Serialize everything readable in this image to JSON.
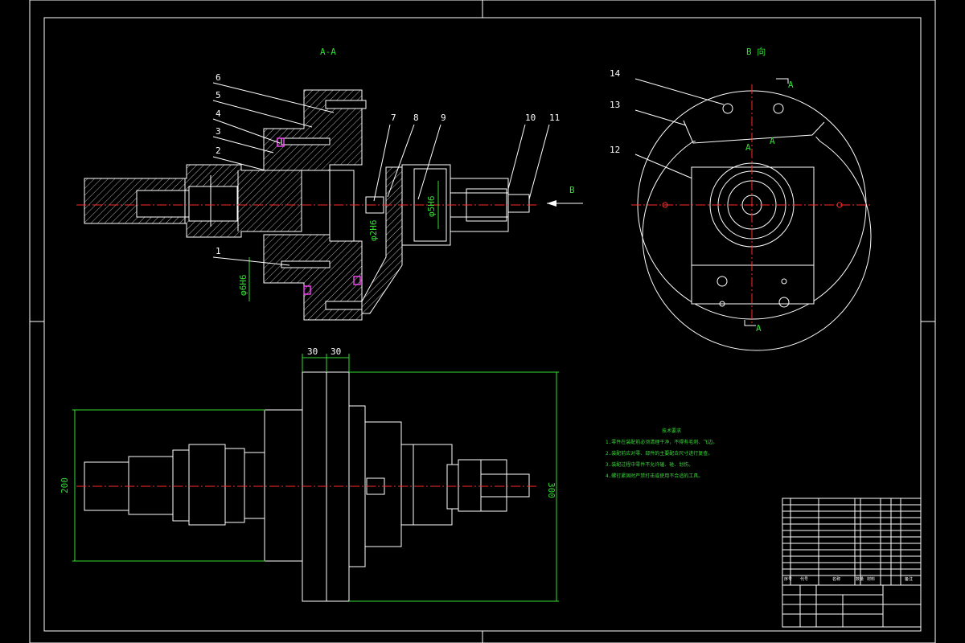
{
  "views": {
    "section_label": "A-A",
    "view_b_label": "B 向",
    "arrow_b_label": "B",
    "section_mark": "A"
  },
  "part_numbers": [
    "1",
    "2",
    "3",
    "4",
    "5",
    "6",
    "7",
    "8",
    "9",
    "10",
    "11",
    "12",
    "13",
    "14"
  ],
  "dimensions": {
    "d1": "φ2H6",
    "d2": "φ5H6",
    "d3": "φ6H6",
    "h_200": "200",
    "h_300": "300",
    "w_30a": "30",
    "w_30b": "30"
  },
  "notes": {
    "title": "技术要求",
    "lines": [
      "1.零件在装配前必须清理干净，不得有毛刺、飞边。",
      "2.装配前应对零、部件的主要配合尺寸进行复查。",
      "3.装配过程中零件不允许磕、碰、划伤。",
      "4.螺钉紧固时严禁打击或使用不合适的工具。"
    ]
  },
  "title_block": {
    "col_headers": [
      "序号",
      "代号",
      "名称",
      "数量",
      "材料",
      "备注"
    ]
  },
  "colors": {
    "background": "#000000",
    "outline": "#ffffff",
    "centerline": "#ff2a2a",
    "dimension": "#33dd33",
    "seal": "#ff44ff"
  }
}
